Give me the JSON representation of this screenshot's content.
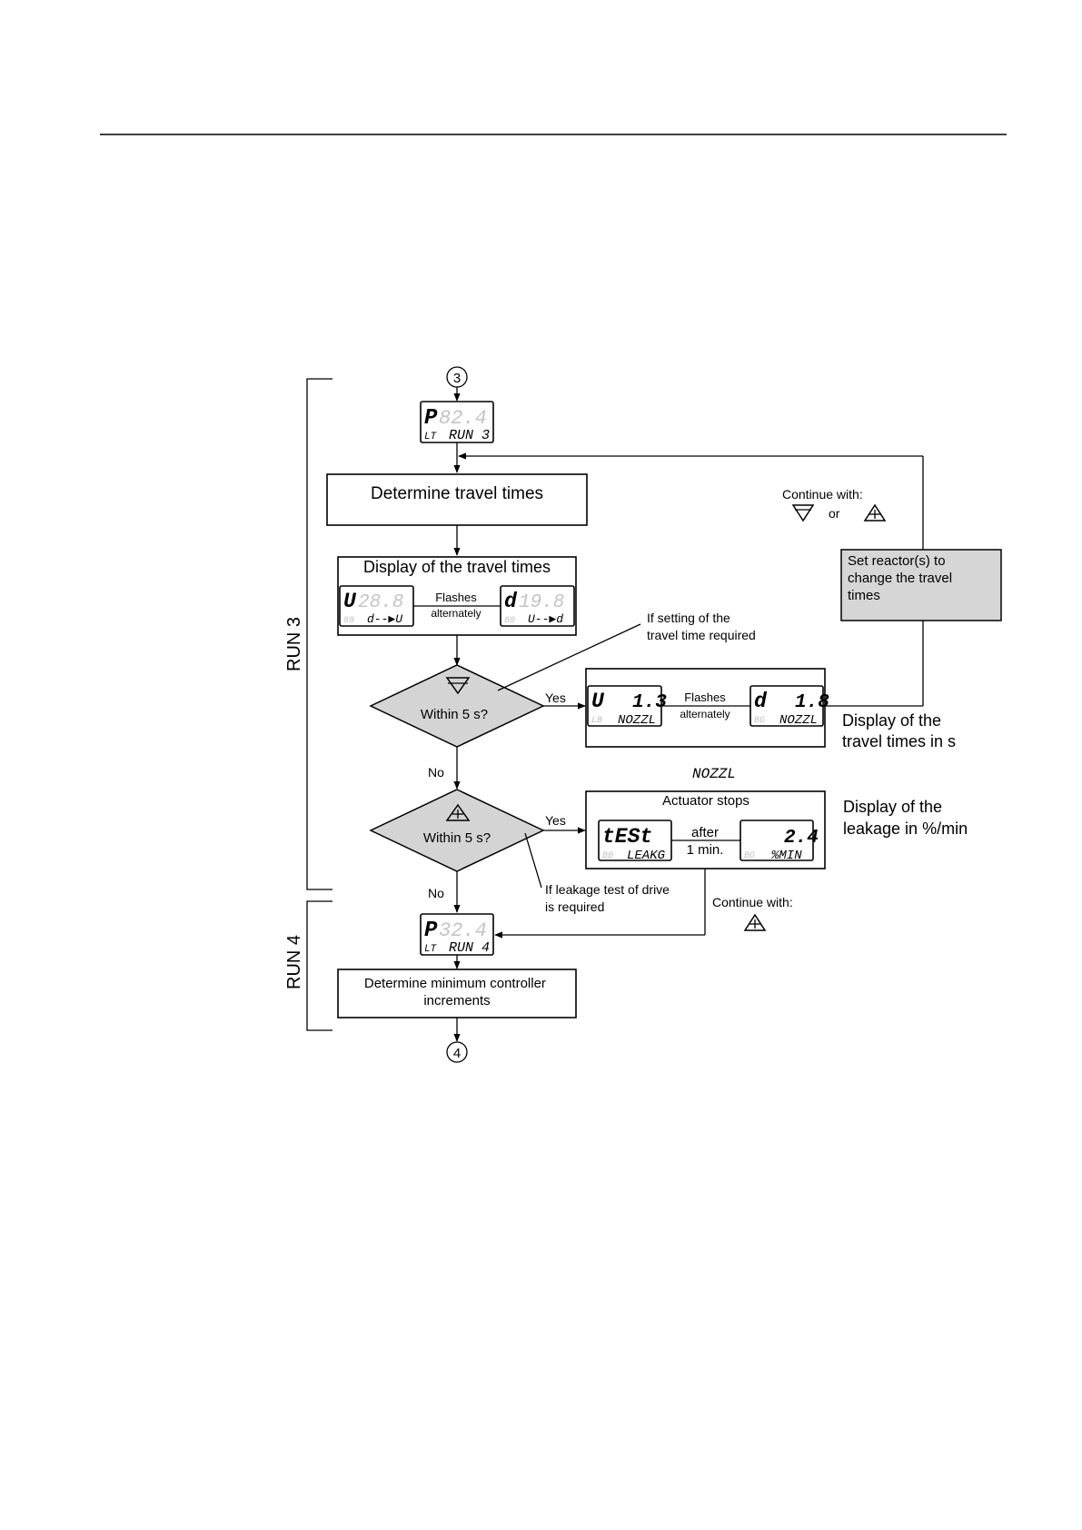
{
  "connectors": {
    "start": "3",
    "end": "4"
  },
  "lcd_run3": {
    "letter": "P",
    "digits": "82.4",
    "bottom": "RUN 3",
    "small": "LT"
  },
  "lcd_run4": {
    "letter": "P",
    "digits": "32.4",
    "bottom": "RUN 4",
    "small": "LT"
  },
  "step_determine_travel": "Determine travel times",
  "display_travel": {
    "title": "Display of the travel times",
    "left": {
      "letter": "U",
      "digits": "28.8",
      "bottom": "d--▶U",
      "small": "88"
    },
    "right": {
      "letter": "d",
      "digits": "19.8",
      "bottom": "U--▶d",
      "small": "88"
    },
    "flashes": "Flashes",
    "alternately": "alternately"
  },
  "decision1": {
    "label": "Within 5 s?",
    "yes": "Yes",
    "no": "No",
    "icon": "down-triangle-icon"
  },
  "decision2": {
    "label": "Within 5 s?",
    "yes": "Yes",
    "no": "No",
    "icon": "up-triangle-plus-icon"
  },
  "note_travel_setting": "If setting of the travel time required",
  "note_leakage": "If leakage test of drive is required",
  "nozzle_display": {
    "left": {
      "letter": "U",
      "digits": "1.3",
      "bottom": "NOZZL",
      "small": "LB"
    },
    "right": {
      "letter": "d",
      "digits": "1.8",
      "bottom": "NOZZL",
      "small": "BG"
    },
    "flashes": "Flashes",
    "alternately": "alternately",
    "caption_line1": "Display of the",
    "caption_line2": "travel times in s",
    "under_label": "NOZZL"
  },
  "continue_top": {
    "label": "Continue with:",
    "or": "or"
  },
  "set_reactor": "Set reactor(s) to change the travel times",
  "leakage_display": {
    "title": "Actuator stops",
    "left": {
      "digits": "tESt",
      "bottom": "LEAKG",
      "small": "BB"
    },
    "right": {
      "digits": "2.4",
      "bottom": "%MIN",
      "small": "BG"
    },
    "after": "after",
    "one_min": "1 min.",
    "caption_line1": "Display of the",
    "caption_line2": "leakage in %/min"
  },
  "continue_bottom": "Continue with:",
  "step_min_increments": "Determine minimum controller increments",
  "run3_label": "RUN 3",
  "run4_label": "RUN 4"
}
